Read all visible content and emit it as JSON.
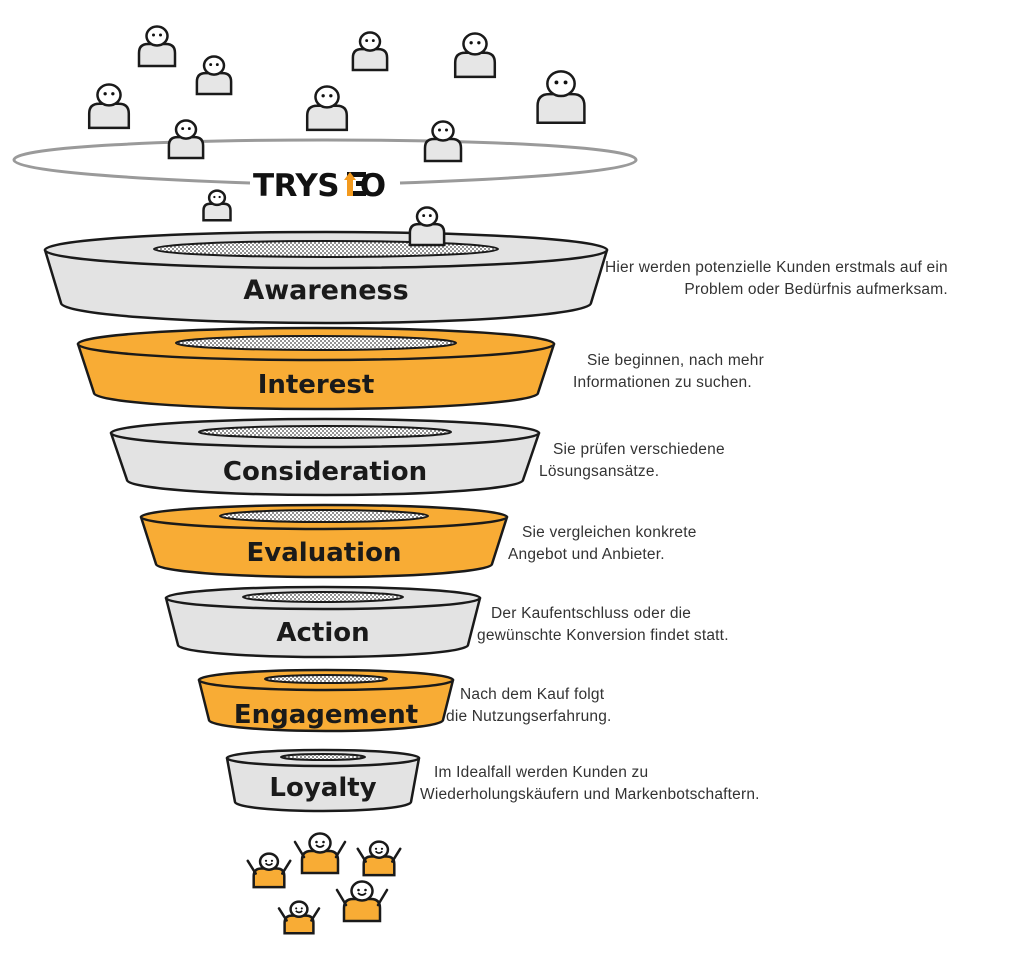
{
  "brand": {
    "logo_text": "TRYSEO",
    "logo_prefix": "TRYS",
    "logo_suffix": "O"
  },
  "colors": {
    "gray_fill": "#e3e3e3",
    "orange_fill": "#f8ac35",
    "outline": "#1a1a1a",
    "person_gray": "#e6e6e6",
    "person_orange": "#f8ac35",
    "text": "#333333"
  },
  "stages": [
    {
      "name": "Awareness",
      "color": "gray",
      "desc": [
        "Hier werden potenzielle Kunden erstmals auf ein",
        "Problem oder Bedürfnis aufmerksam."
      ]
    },
    {
      "name": "Interest",
      "color": "orange",
      "desc": [
        "Sie beginnen, nach mehr",
        "Informationen zu suchen."
      ]
    },
    {
      "name": "Consideration",
      "color": "gray",
      "desc": [
        "Sie prüfen verschiedene",
        "Lösungsansätze."
      ]
    },
    {
      "name": "Evaluation",
      "color": "orange",
      "desc": [
        "Sie vergleichen konkrete",
        "Angebot und Anbieter."
      ]
    },
    {
      "name": "Action",
      "color": "gray",
      "desc": [
        "Der Kaufentschluss oder die",
        "gewünschte Konversion findet statt."
      ]
    },
    {
      "name": "Engagement",
      "color": "orange",
      "desc": [
        "Nach dem Kauf folgt",
        "die Nutzungserfahrung."
      ]
    },
    {
      "name": "Loyalty",
      "color": "gray",
      "desc": [
        "Im Idealfall werden Kunden zu",
        "Wiederholungskäufern und Markenbotschaftern."
      ]
    }
  ],
  "icons": {
    "prospect": "person-icon",
    "happy_customer": "happy-customer-icon"
  }
}
